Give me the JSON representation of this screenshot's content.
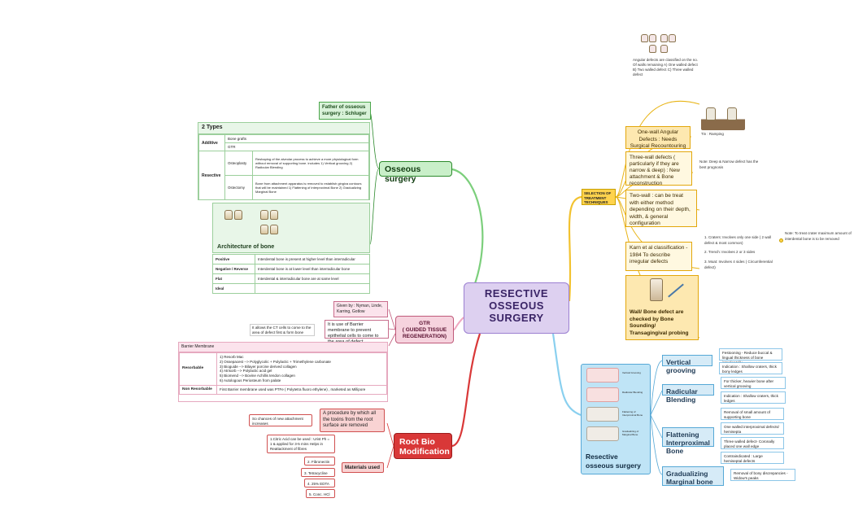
{
  "central": {
    "title_line1": "RESECTIVE",
    "title_line2": "OSSEOUS",
    "title_line3": "SURGERY"
  },
  "osseous": {
    "label": "Osseous surgery",
    "father_line1": "Father of osseous",
    "father_line2": "surgery : Schluger",
    "types_title": "2 Types",
    "additive": {
      "label": "Additive",
      "items": [
        "Bone grafts",
        "GTR"
      ]
    },
    "resective": {
      "label": "Resective",
      "osteoplasty_label": "Osteoplasty",
      "osteoplasty_text": "Reshaping of the alveolar process to achieve a more physiological form without removal of supporting bone. includes 1) Vertical grooving 2) Radicular Blending",
      "ostectomy_label": "Ostectomy",
      "ostectomy_text": "Bone from attachment apparatus is removed to establish gingiva contours that will be maintained 1) Flattening of interproximal Bone 2) Gradualizing Marginal Bone"
    },
    "architecture_title": "Architecture of bone",
    "architecture": [
      {
        "label": "Positive",
        "text": "Interdental bone is present at higher level than interradicular"
      },
      {
        "label": "Negative / Reverse",
        "text": "Interdental bone is at lower level than interradicular bone"
      },
      {
        "label": "Flat",
        "text": "Interdental & interradicular bone are at same level"
      },
      {
        "label": "Ideal",
        "text": ""
      }
    ]
  },
  "gtr": {
    "label_line1": "GTR",
    "label_line2": "( GUIDED TISSUE",
    "label_line3": "REGENERATION)",
    "given_by": "Given by : Nyman, Linde, Karring, Gotlow",
    "definition": "It is use of Barrier membrane to prevent epithelial cells to come to the area of defect.",
    "ct_note": "It allows the CT cells to come to the area of defect first & form bone",
    "barrier_title": "Barrier Membrane",
    "resorbable_label": "Resorbable",
    "resorbable_items": [
      "1) Resorb Mac",
      "2) Ossepacest --> Polyglycolic + Polylactic + Trimethylene carbonate",
      "3) Bioguide --> Bilayer porcine derived collagen",
      "4) Atrisorb --> Polylactic acid gel",
      "5) Biomend --> Bovine Achillis tendon collagen",
      "6) Autologous Periosteum from palate"
    ],
    "nonresorbable_label": "Non Resorbable",
    "nonresorbable_text": "First Barrier membrane used was PTFe ( Polytetra fluoro ethylene) , marketed as Millipore"
  },
  "rootbio": {
    "label_line1": "Root Bio",
    "label_line2": "Modification",
    "procedure": "A procedure by which all the toxins from the root surface are removed",
    "chances": "So chances of new attachment increases",
    "materials_label": "Materials used",
    "materials": [
      "1.Citric Acid can be used : Urist Ph = 1 & applied for 3-5 mins Helps in Reattackment of fibres",
      "2. Fibronectin",
      "3. Tetracycline",
      "4. 25% EDTA",
      "5. Conc. HCl"
    ]
  },
  "selection": {
    "label": "SELECTION OF TREATMENT TECHNIQUES",
    "angular": "Angular defects are classified on the no. Of walls remaining A) One walled defect B) Two walled defect C) Three walled defect",
    "tin_note": "Tin : Ramping",
    "one_wall": "One-wall Angular Defects : Needs Surgical Recountouring",
    "three_wall": "Three-wall defects ( particularly if they are narrow & deep) : New attachment & Bone reconstruction",
    "three_wall_note": "Note: Deep & Narrow defect has the best prognosis",
    "two_wall": "Two-wall : can be treat with either method depending on their depth, width, & general configuration",
    "karn": "Karn et al classification - 1984 To describe irregular defects",
    "karn_items": [
      "1. Craters: Involves only one side ( 2 wall defect & most common)",
      "2. Trench: Involves 2 or 3 sides",
      "3. Moat: Involves 4 sides ( Circumferential defect)"
    ],
    "crater_note": "Note: To treat crater maximum amount of interdental bone is to be removed",
    "wall_bone": "Wall/ Bone defect are checked by Bone Sounding/ Transagingival probing"
  },
  "resective_box": {
    "title_line1": "Resective",
    "title_line2": "osseous surgery",
    "steps": [
      {
        "title": "Vertical grooving",
        "details": [
          "Festooning - Reduce buccal & lingual thickness of bone interdentally",
          "Indication : Shallow craters, thick bony ledges"
        ]
      },
      {
        "title": "Radicular Blending",
        "details": [
          "For thicker, heavier bone after vertical grooving",
          "Indication : Shallow craters, thick ledges"
        ]
      },
      {
        "title": "Flattening Interproximal Bone",
        "details": [
          "Removal of small amount of supporting bone",
          "One walled interproximal defects/ hemisepta",
          "Three walled defect- Coronally placed one wall edge",
          "Contraindicated : Large hemiseptal defects"
        ]
      },
      {
        "title": "Gradualizing Marginal bone",
        "details": [
          "Removal of bony discrepancies - Widow's peaks"
        ]
      }
    ],
    "image_labels": [
      "Vertical Grooving",
      "Radicular Blending",
      "Flattening of Interproximal Bone",
      "Gradualizing of Marginal Bone"
    ]
  },
  "colors": {
    "osseous": "#2c8a2c",
    "gtr": "#e07090",
    "rootbio": "#d93838",
    "selection": "#e8b416",
    "resective": "#56a8d6",
    "central": "#ddd0f0"
  }
}
